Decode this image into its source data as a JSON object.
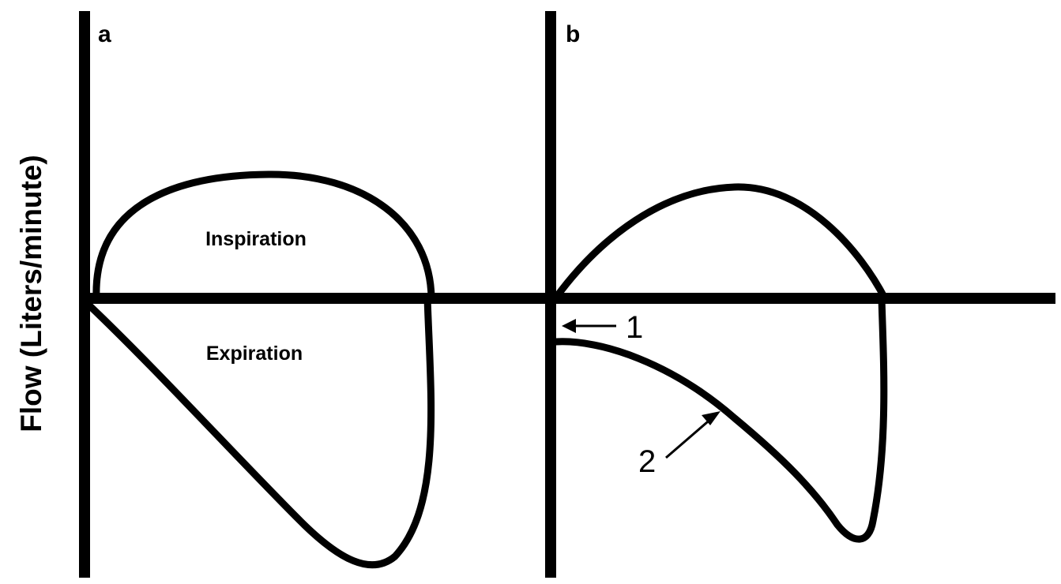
{
  "figure": {
    "y_axis_label": "Flow (Liters/minute)",
    "panel_a": {
      "letter": "a",
      "upper_region_label": "Inspiration",
      "lower_region_label": "Expiration"
    },
    "panel_b": {
      "letter": "b",
      "annotation_1": "1",
      "annotation_2": "2"
    }
  }
}
